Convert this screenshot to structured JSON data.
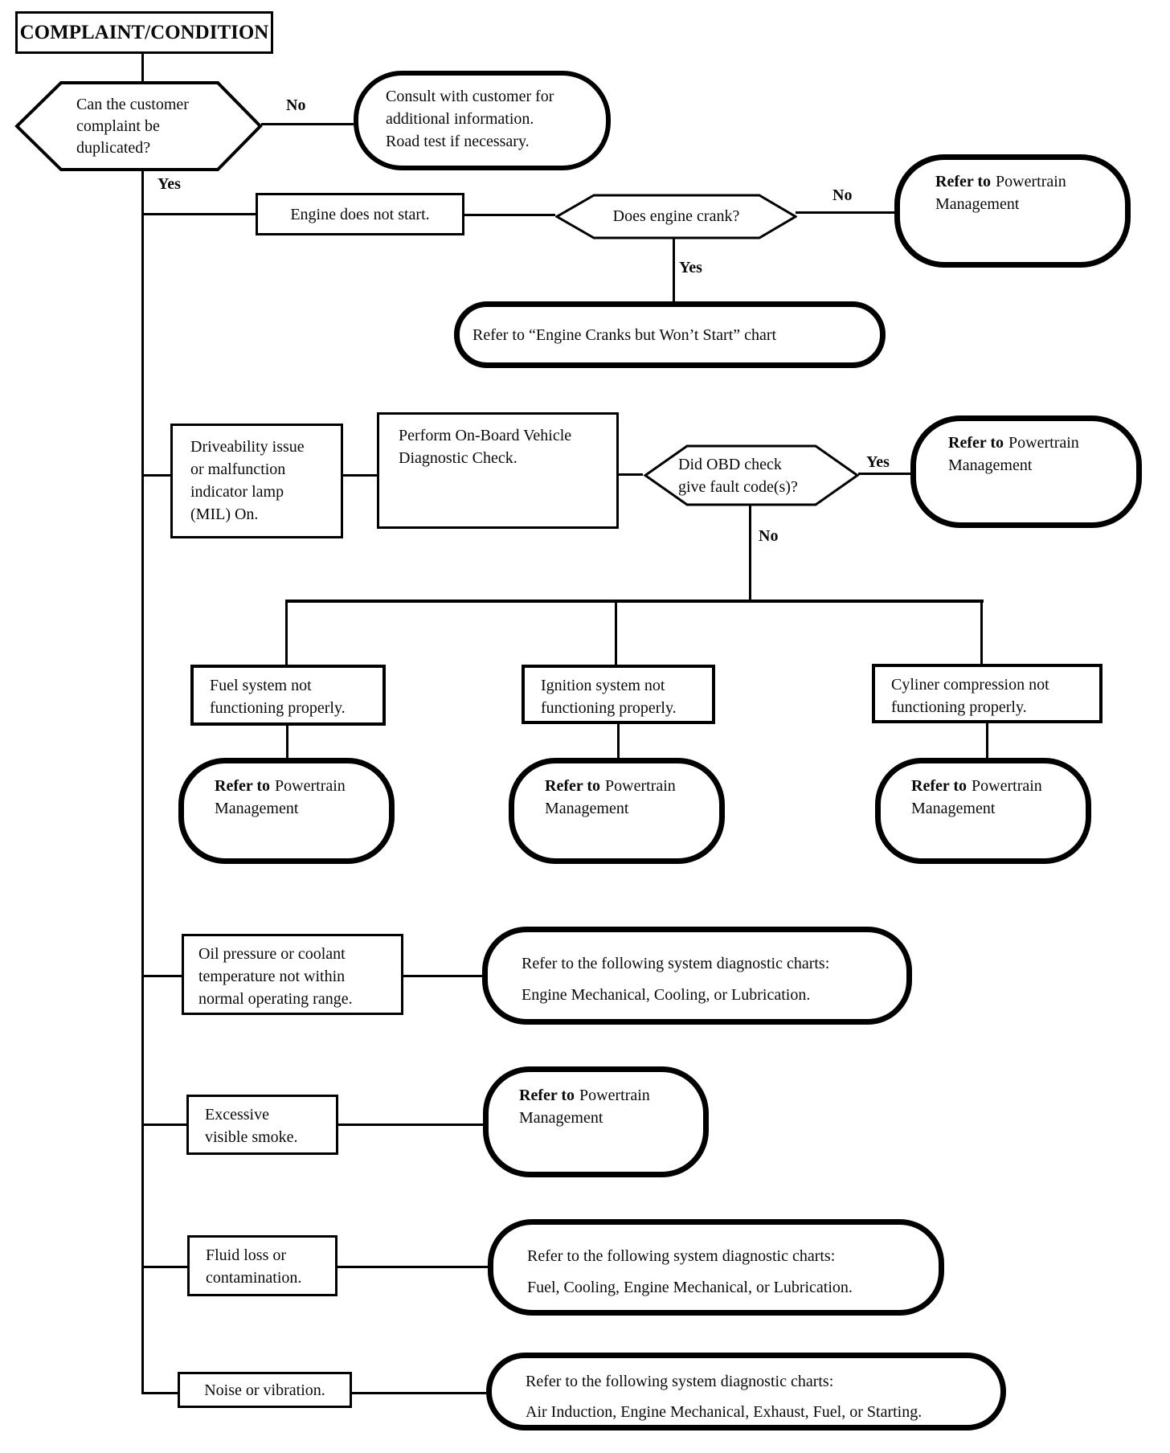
{
  "labels": {
    "yes": "Yes",
    "no": "No"
  },
  "nodes": {
    "complaint": {
      "label": "COMPLAINT/CONDITION"
    },
    "q_duplicate": {
      "lines": [
        "Can the customer",
        "complaint be",
        "duplicated?"
      ]
    },
    "consult": {
      "lines": [
        "Consult with customer for",
        "additional information.",
        "Road test if necessary."
      ]
    },
    "engine_no_start": {
      "label": "Engine does not start."
    },
    "q_crank": {
      "label": "Does engine crank?"
    },
    "refer_powertrain": {
      "prefix": "Refer to",
      "suffix": "Powertrain",
      "line2": "Management"
    },
    "cranks_chart": {
      "label": "Refer to “Engine Cranks but Won’t Start” chart"
    },
    "driveability": {
      "lines": [
        "Driveability issue",
        "or malfunction",
        "indicator lamp",
        "(MIL) On."
      ]
    },
    "perform_obd": {
      "lines": [
        "Perform On-Board Vehicle",
        "Diagnostic Check."
      ]
    },
    "q_obd": {
      "lines": [
        "Did OBD check",
        "give fault code(s)?"
      ]
    },
    "fuel": {
      "lines": [
        "Fuel system not",
        "functioning properly."
      ]
    },
    "ignition": {
      "lines": [
        "Ignition system not",
        "functioning properly."
      ]
    },
    "cylinder": {
      "lines": [
        "Cyliner compression not",
        "functioning properly."
      ]
    },
    "oil": {
      "lines": [
        "Oil pressure or coolant",
        "temperature not within",
        "normal operating range."
      ]
    },
    "oil_ref": {
      "lines": [
        "Refer to the following system diagnostic charts:",
        "Engine Mechanical, Cooling, or Lubrication."
      ]
    },
    "smoke": {
      "lines": [
        "Excessive",
        "visible smoke."
      ]
    },
    "fluid": {
      "lines": [
        "Fluid loss or",
        "contamination."
      ]
    },
    "fluid_ref": {
      "lines": [
        "Refer to the following system diagnostic charts:",
        "Fuel, Cooling, Engine Mechanical, or Lubrication."
      ]
    },
    "noise": {
      "label": "Noise or vibration."
    },
    "noise_ref": {
      "lines": [
        "Refer to the following system diagnostic charts:",
        "Air Induction, Engine Mechanical, Exhaust, Fuel, or Starting."
      ]
    }
  }
}
